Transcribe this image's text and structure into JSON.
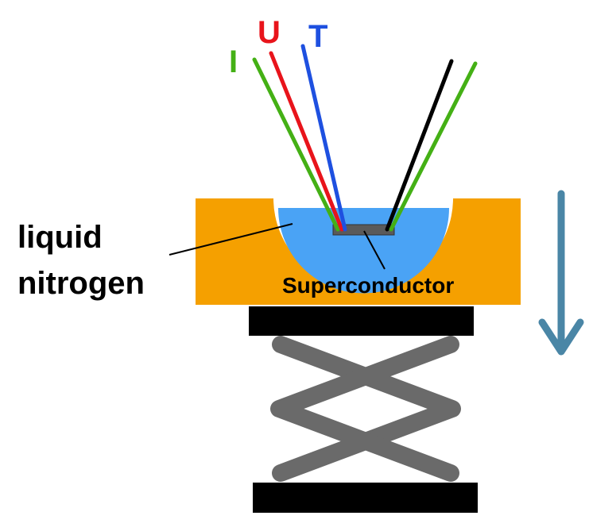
{
  "wire_labels": {
    "current": "I",
    "voltage": "U",
    "temperature": "T"
  },
  "labels": {
    "liquid_nitrogen_line1": "liquid",
    "liquid_nitrogen_line2": "nitrogen",
    "superconductor": "Superconductor"
  },
  "colors": {
    "current_wire": "#44b015",
    "voltage_wire": "#e8141b",
    "temperature_wire": "#1e50e0",
    "extra_wire": "#000000",
    "container": "#f5a000",
    "liquid_nitrogen": "#4aa3f5",
    "sample": "#5a5a5a",
    "scissor_lift": "#6a6a6a",
    "lift_plates": "#000000",
    "arrow": "#4a86a6"
  },
  "arrow_direction": "down"
}
